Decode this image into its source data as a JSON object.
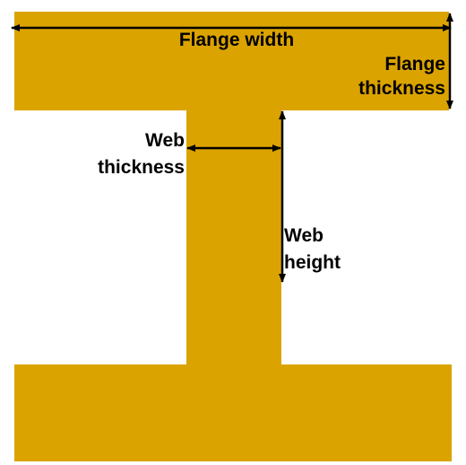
{
  "colors": {
    "beam_fill": "#DBA300",
    "arrow": "#000000",
    "background": "#FFFFFF"
  },
  "labels": {
    "flange_width": "Flange width",
    "flange_thickness_line1": "Flange",
    "flange_thickness_line2": "thickness",
    "web_thickness_line1": "Web",
    "web_thickness_line2": "thickness",
    "web_height_line1": "Web",
    "web_height_line2": "height"
  }
}
